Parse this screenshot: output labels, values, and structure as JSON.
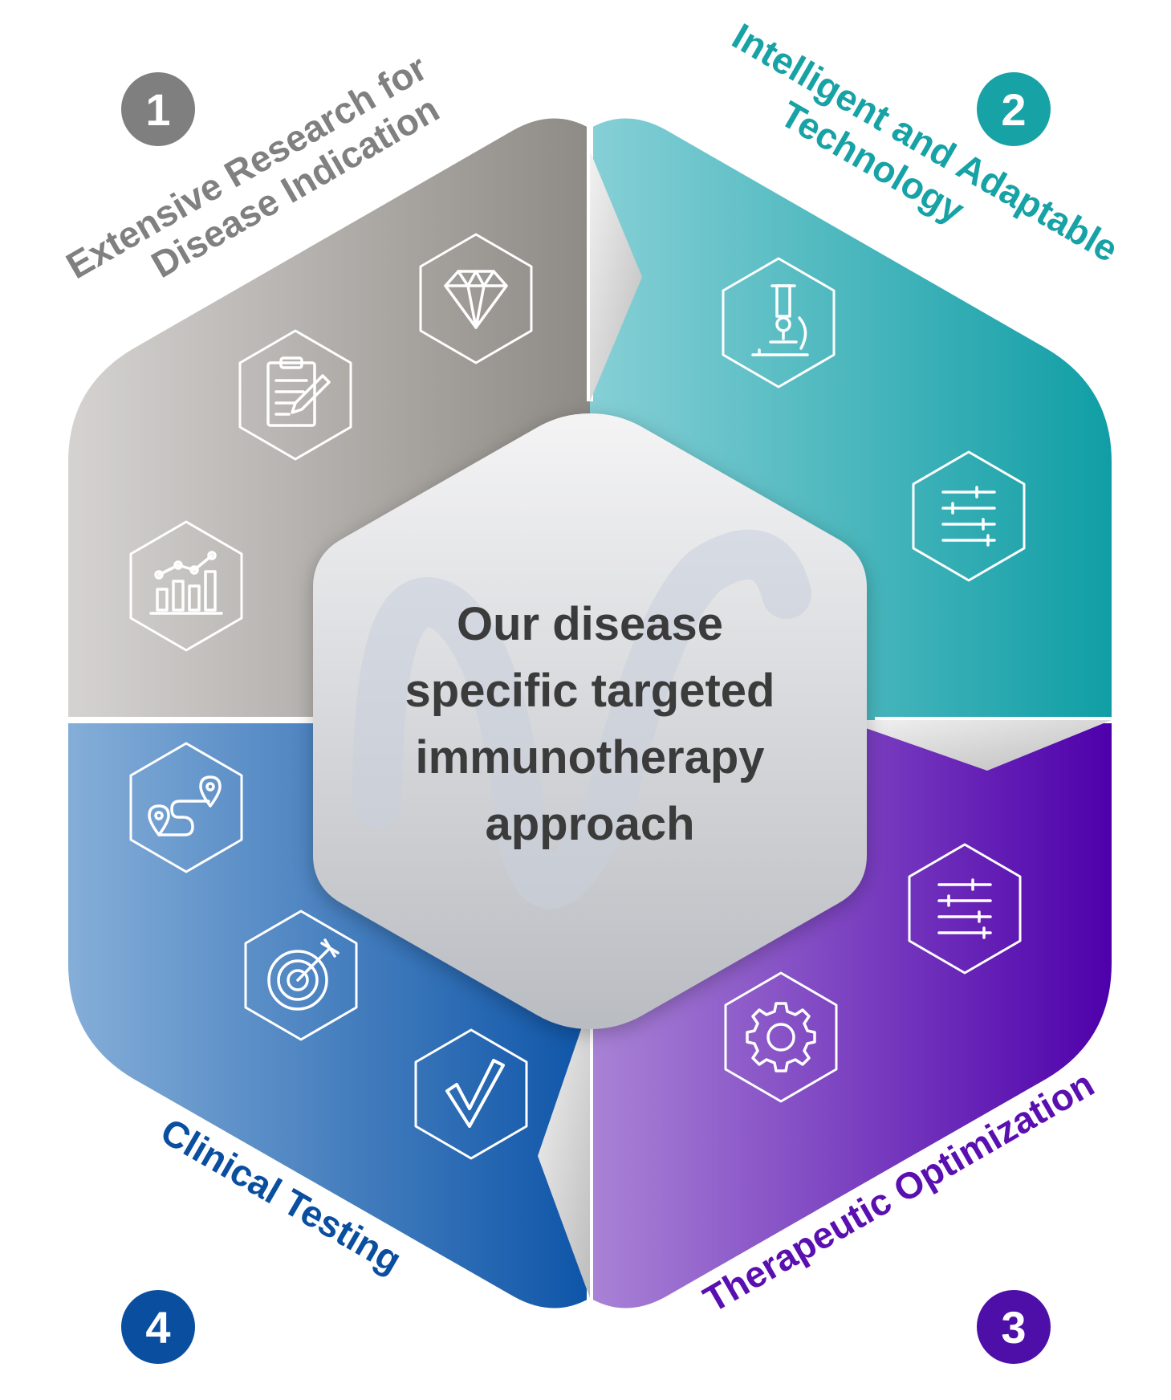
{
  "center": {
    "lines": [
      "Our disease",
      "specific targeted",
      "immunotherapy",
      "approach"
    ]
  },
  "steps": [
    {
      "number": "1",
      "title_lines": [
        "Extensive Research for",
        "Disease Indication"
      ],
      "color": "#808080",
      "icons": [
        "diamond-icon",
        "clipboard-pencil-icon",
        "line-bar-chart-icon"
      ]
    },
    {
      "number": "2",
      "title_lines": [
        "Intelligent and Adaptable",
        "Technology"
      ],
      "color": "#17a2a6",
      "icons": [
        "microscope-icon",
        "sliders-icon"
      ]
    },
    {
      "number": "3",
      "title_lines": [
        "Therapeutic Optimization"
      ],
      "color": "#5a0fb0",
      "icons": [
        "sliders-icon",
        "gear-icon"
      ]
    },
    {
      "number": "4",
      "title_lines": [
        "Clinical Testing"
      ],
      "color": "#0a4ea0",
      "icons": [
        "route-pins-icon",
        "target-arrow-icon",
        "checkmark-icon"
      ]
    }
  ]
}
